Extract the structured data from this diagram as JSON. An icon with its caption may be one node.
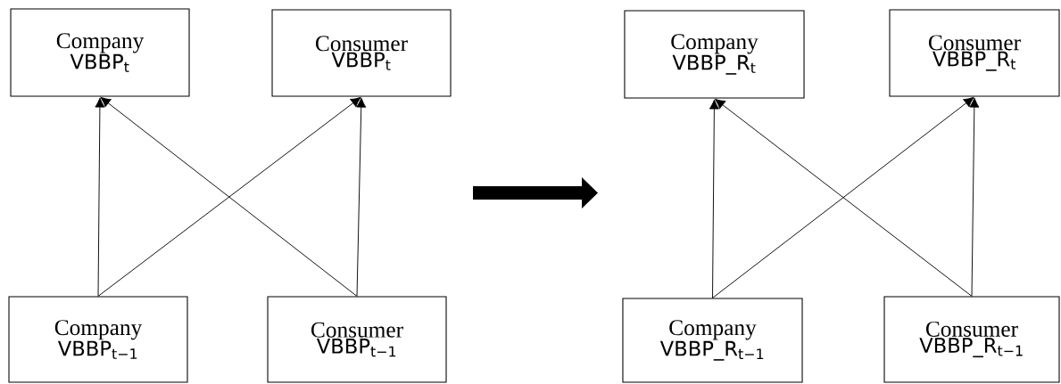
{
  "diagram": {
    "nodes": [
      {
        "text": [
          "Company",
          "VBBP$_{t}$"
        ]
      },
      {
        "text": [
          "Consumer",
          "VBBP$_{t}$"
        ]
      },
      {
        "text": [
          "Company",
          "VBBP$_{t−1}$"
        ]
      },
      {
        "text": [
          "Consumer",
          "VBBP$_{t−1}$"
        ]
      },
      {
        "text": [
          "Company",
          "VBBP_R$_{t}$"
        ]
      },
      {
        "text": [
          "Consumer",
          "VBBP_R$_{t}$"
        ]
      },
      {
        "text": [
          "Company",
          "VBBP_R$_{t−1}$"
        ]
      },
      {
        "text": [
          "Consumer",
          "VBBP_R$_{t−1}$"
        ]
      }
    ],
    "edges": [
      {
        "from": 2,
        "to": 0,
        "arrow": "to"
      },
      {
        "from": 2,
        "to": 1,
        "arrow": "to"
      },
      {
        "from": 3,
        "to": 1,
        "arrow": "to"
      },
      {
        "from": 3,
        "to": 0,
        "arrow": "to"
      },
      {
        "from": 6,
        "to": 4,
        "arrow": "to"
      },
      {
        "from": 6,
        "to": 5,
        "arrow": "to"
      },
      {
        "from": 7,
        "to": 5,
        "arrow": "to"
      },
      {
        "from": 7,
        "to": 4,
        "arrow": "to"
      }
    ]
  }
}
